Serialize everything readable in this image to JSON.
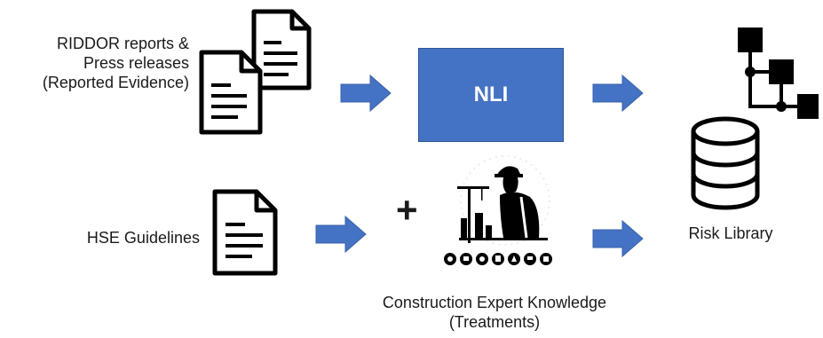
{
  "sources": {
    "reports_label_line1": "RIDDOR reports &",
    "reports_label_line2": "Press releases",
    "reports_label_line3": "(Reported Evidence)",
    "hse_label": "HSE Guidelines"
  },
  "process": {
    "nli_label": "NLI",
    "plus_symbol": "+"
  },
  "expert": {
    "label_line1": "Construction Expert Knowledge",
    "label_line2": "(Treatments)"
  },
  "output": {
    "risk_library_label": "Risk Library"
  },
  "icons": [
    "document-icon",
    "document-icon",
    "document-icon",
    "arrow-icon",
    "arrow-icon",
    "arrow-icon",
    "arrow-icon",
    "worker-icon",
    "tree-hierarchy-icon",
    "database-icon"
  ],
  "colors": {
    "nli_box": "#4472c4",
    "arrow": "#4472c4",
    "icon": "#000000"
  }
}
